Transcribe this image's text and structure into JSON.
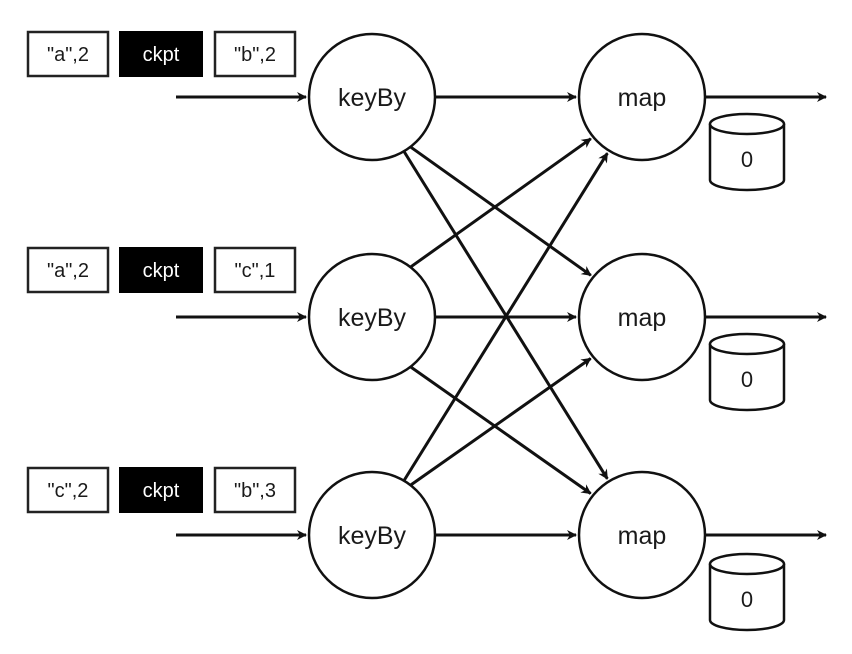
{
  "colors": {
    "line": "#111111",
    "box_border": "#222222",
    "ckpt_fill": "#000000",
    "ckpt_text": "#ffffff",
    "background": "#ffffff"
  },
  "streams": [
    {
      "records": [
        "\"a\",2",
        "ckpt",
        "\"b\",2"
      ]
    },
    {
      "records": [
        "\"a\",2",
        "ckpt",
        "\"c\",1"
      ]
    },
    {
      "records": [
        "\"c\",2",
        "ckpt",
        "\"b\",3"
      ]
    }
  ],
  "keyby_nodes": [
    {
      "label": "keyBy"
    },
    {
      "label": "keyBy"
    },
    {
      "label": "keyBy"
    }
  ],
  "map_nodes": [
    {
      "label": "map",
      "state": "0"
    },
    {
      "label": "map",
      "state": "0"
    },
    {
      "label": "map",
      "state": "0"
    }
  ]
}
